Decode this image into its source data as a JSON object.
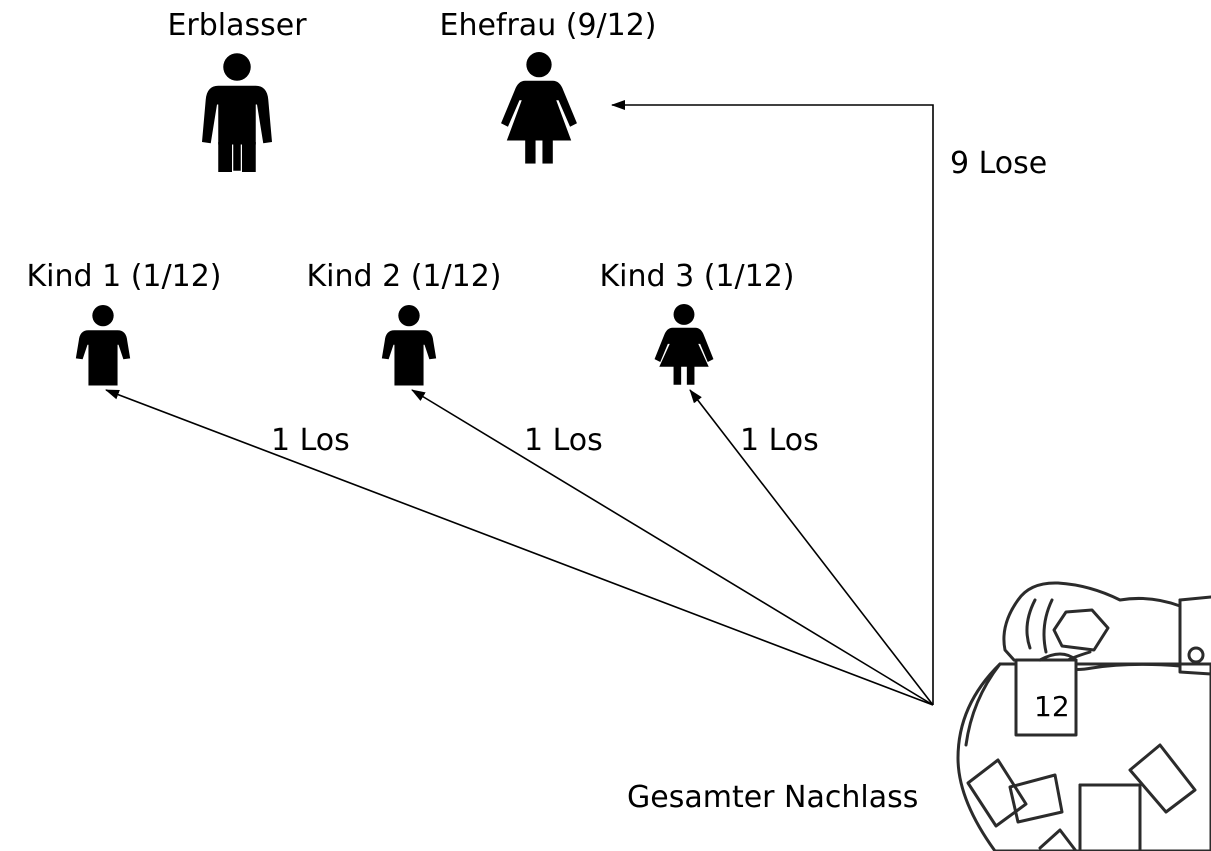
{
  "persons": {
    "decedent": {
      "label": "Erblasser",
      "icon": "man-icon"
    },
    "wife": {
      "label": "Ehefrau (9/12)",
      "icon": "woman-icon"
    },
    "child1": {
      "label": "Kind 1 (1/12)",
      "icon": "man-icon"
    },
    "child2": {
      "label": "Kind 2 (1/12)",
      "icon": "man-icon"
    },
    "child3": {
      "label": "Kind 3 (1/12)",
      "icon": "woman-icon"
    }
  },
  "flows": {
    "wife": "9 Lose",
    "child1": "1 Los",
    "child2": "1 Los",
    "child3": "1 Los"
  },
  "estate": {
    "label": "Gesamter Nachlass",
    "ticket_number": "12",
    "icon": "lottery-urn-icon"
  },
  "colors": {
    "ink": "#000000",
    "urn_outline": "#2b2b2b",
    "background": "#ffffff"
  }
}
